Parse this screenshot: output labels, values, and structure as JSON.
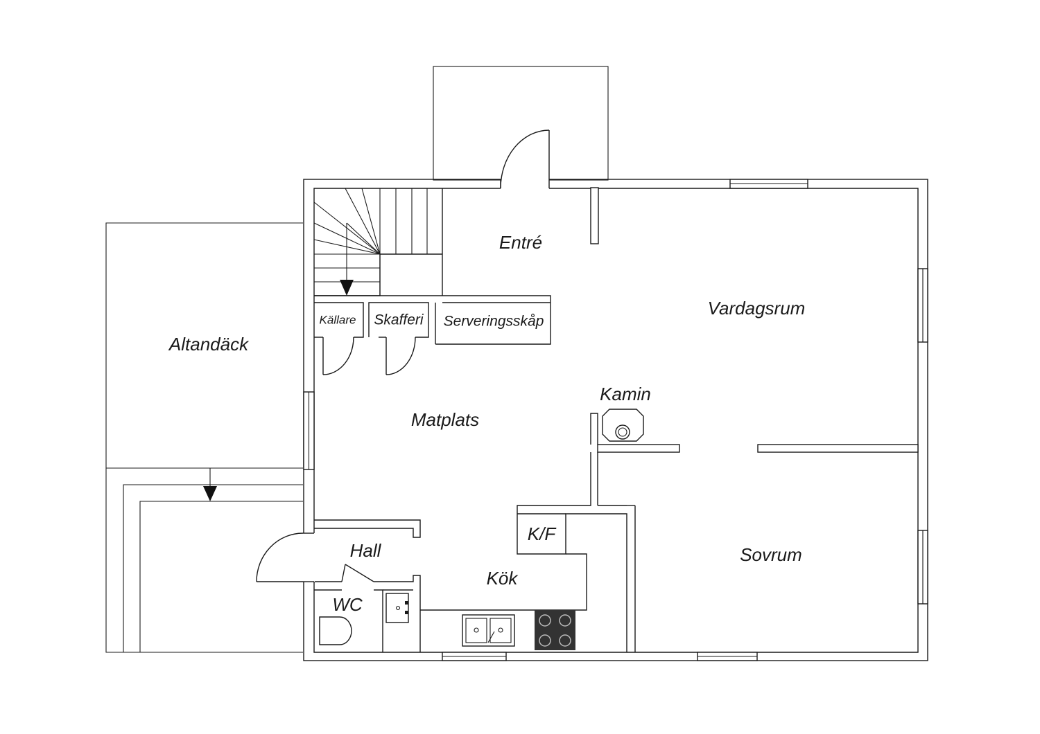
{
  "rooms": {
    "entre": "Entré",
    "vardagsrum": "Vardagsrum",
    "kallare": "Källare",
    "skafferi": "Skafferi",
    "serveringsskap": "Serveringsskåp",
    "altandack": "Altandäck",
    "kamin": "Kamin",
    "matplats": "Matplats",
    "kf": "K/F",
    "hall": "Hall",
    "kok": "Kök",
    "sovrum": "Sovrum",
    "wc": "WC"
  },
  "colors": {
    "stroke": "#1a1a1a",
    "background": "#ffffff",
    "stove": "#333333"
  },
  "icons": {
    "stair_arrow": "arrow-down-icon",
    "deck_arrow": "arrow-down-icon"
  }
}
